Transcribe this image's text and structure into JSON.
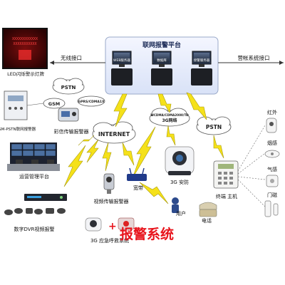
{
  "platform": {
    "title": "联网报警平台",
    "servers": [
      "WEB服务器",
      "数据库",
      "接警服务器"
    ]
  },
  "left_interface": "无线接口",
  "right_interface": "营帐系统接口",
  "led": {
    "label": "LED闪烁警示灯牌",
    "screen_lines": [
      "XXXXXXXXXXXX",
      "XXXXXXXXXXX"
    ]
  },
  "gsm_pstn_alarm": "GSM-PSTN联网报警器",
  "color_mms_alarm": "彩信传输报警器",
  "ops_platform": "运营管理平台",
  "dvr_alarm": "数字DVR视频报警",
  "video_alarm": "视频传输报警器",
  "broadband": "宽带",
  "camera_security": "3G 安防",
  "user": "用户",
  "phone": "电话",
  "emergency_system": "3G 应急呼救系统",
  "terminal_host": "终端 主机",
  "main_title": "报警系统",
  "clouds": {
    "pstn_top": "PSTN",
    "gsm": "GSM",
    "gprs": "GPRS/CDMA1X",
    "internet": "INTERNET",
    "wcdma": "WCDMA/CDMA2000/TD",
    "net3g": "3G网络",
    "pstn_right": "PSTN"
  },
  "sensors": [
    "红外",
    "烟感",
    "气感",
    "门磁"
  ],
  "colors": {
    "title_red": "#e8141c",
    "bolt": "#f5e11a",
    "cloud": "#ffffff"
  }
}
